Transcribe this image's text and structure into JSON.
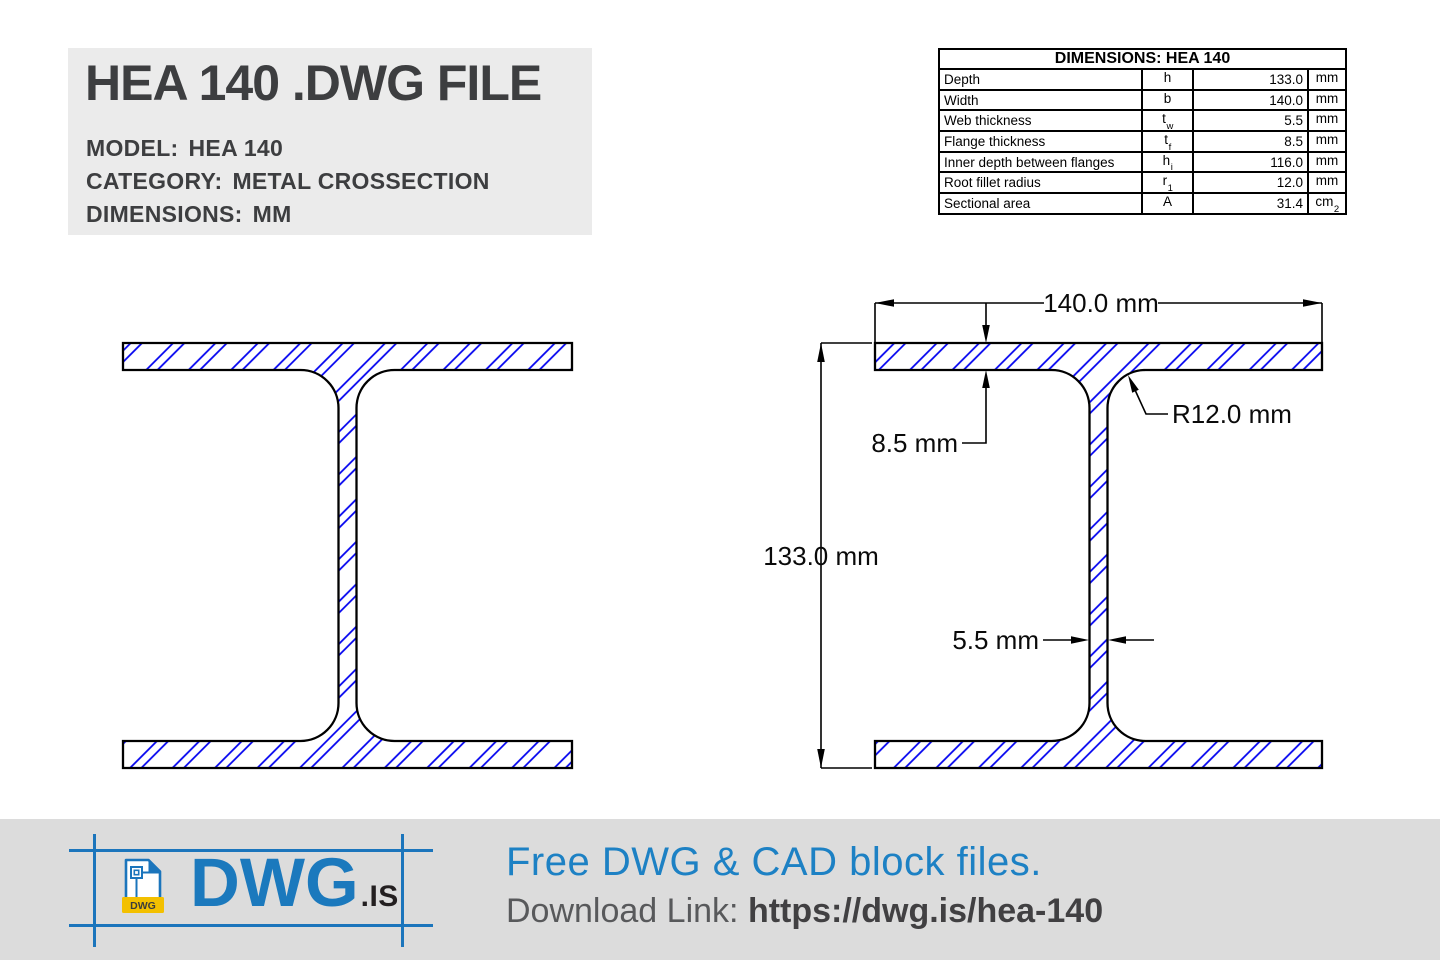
{
  "header": {
    "title": "HEA 140 .DWG FILE",
    "info": [
      {
        "label": "MODEL:",
        "value": "HEA 140"
      },
      {
        "label": "CATEGORY:",
        "value": "METAL CROSSECTION"
      },
      {
        "label": "DIMENSIONS:",
        "value": "MM"
      }
    ]
  },
  "spec_table": {
    "title": "DIMENSIONS: HEA 140",
    "rows": [
      {
        "property": "Depth",
        "symbol": "h",
        "symbol_sub": "",
        "value": "133.0",
        "unit": "mm",
        "unit_sub": ""
      },
      {
        "property": "Width",
        "symbol": "b",
        "symbol_sub": "",
        "value": "140.0",
        "unit": "mm",
        "unit_sub": ""
      },
      {
        "property": "Web thickness",
        "symbol": "t",
        "symbol_sub": "w",
        "value": "5.5",
        "unit": "mm",
        "unit_sub": ""
      },
      {
        "property": "Flange thickness",
        "symbol": "t",
        "symbol_sub": "f",
        "value": "8.5",
        "unit": "mm",
        "unit_sub": ""
      },
      {
        "property": "Inner depth between flanges",
        "symbol": "h",
        "symbol_sub": "i",
        "value": "116.0",
        "unit": "mm",
        "unit_sub": ""
      },
      {
        "property": "Root fillet radius",
        "symbol": "r",
        "symbol_sub": "1",
        "value": "12.0",
        "unit": "mm",
        "unit_sub": ""
      },
      {
        "property": "Sectional area",
        "symbol": "A",
        "symbol_sub": "",
        "value": "31.4",
        "unit": "cm",
        "unit_sub": "2"
      }
    ]
  },
  "drawing": {
    "width_dim": "140.0 mm",
    "flange_thickness_dim": "8.5 mm",
    "fillet_radius_dim": "R12.0 mm",
    "depth_dim": "133.0 mm",
    "web_thickness_dim": "5.5 mm"
  },
  "footer": {
    "logo_badge": "DWG",
    "logo_text": "DWG",
    "logo_suffix": ".IS",
    "tagline": "Free DWG & CAD block files.",
    "download_label": "Download Link:",
    "download_url": "https://dwg.is/hea-140"
  },
  "colors": {
    "hatch_blue": "#0000f0",
    "brand_blue": "#1b75bc",
    "tagline_blue": "#1d81c4",
    "badge_yellow": "#f3c000",
    "header_bg": "#ebebeb",
    "footer_bg": "#dcdcdc"
  }
}
